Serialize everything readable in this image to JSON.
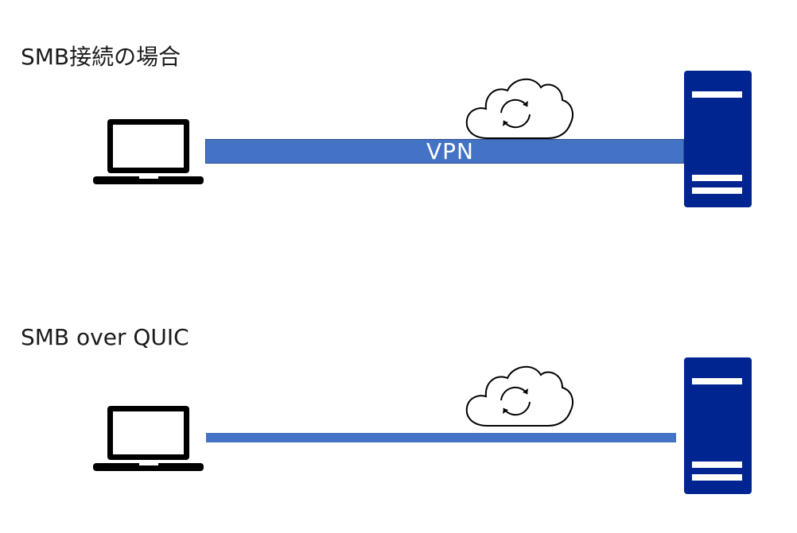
{
  "scenarios": [
    {
      "title": "SMB接続の場合",
      "link_label": "VPN"
    },
    {
      "title": "SMB over QUIC"
    }
  ],
  "icons": {
    "client": "laptop-icon",
    "network": "cloud-sync-icon",
    "server": "server-icon"
  },
  "colors": {
    "link": "#4472c4",
    "server": "#002591",
    "outline": "#000000"
  }
}
